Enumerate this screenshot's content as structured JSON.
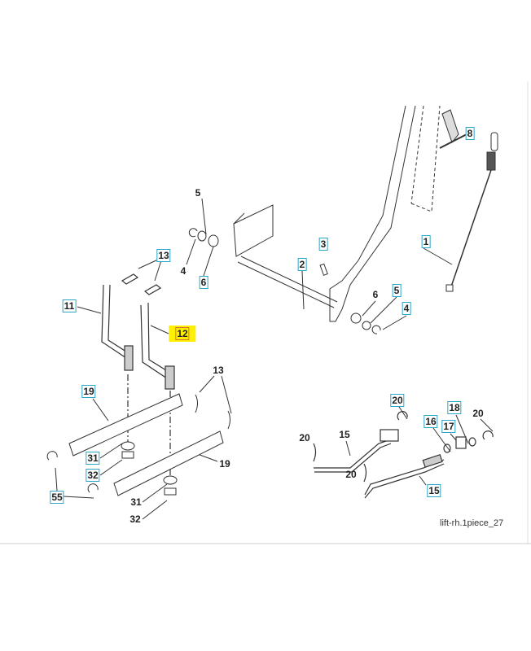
{
  "diagram": {
    "caption": "lift-rh.1piece_27",
    "highlight_color": "#fff000",
    "callout_box_color": "#2aa6c6",
    "labels": [
      {
        "id": "5a",
        "text": "5",
        "boxed": false
      },
      {
        "id": "4a",
        "text": "4",
        "boxed": false
      },
      {
        "id": "6a",
        "text": "6",
        "boxed": true
      },
      {
        "id": "13a",
        "text": "13",
        "boxed": true
      },
      {
        "id": "11",
        "text": "11",
        "boxed": true
      },
      {
        "id": "12",
        "text": "12",
        "boxed": true,
        "highlighted": true
      },
      {
        "id": "3",
        "text": "3",
        "boxed": true
      },
      {
        "id": "2",
        "text": "2",
        "boxed": true
      },
      {
        "id": "8",
        "text": "8",
        "boxed": true
      },
      {
        "id": "1",
        "text": "1",
        "boxed": true
      },
      {
        "id": "6b",
        "text": "6",
        "boxed": false
      },
      {
        "id": "5b",
        "text": "5",
        "boxed": true
      },
      {
        "id": "4b",
        "text": "4",
        "boxed": true
      },
      {
        "id": "13b",
        "text": "13",
        "boxed": false
      },
      {
        "id": "19a",
        "text": "19",
        "boxed": true
      },
      {
        "id": "19b",
        "text": "19",
        "boxed": false
      },
      {
        "id": "31a",
        "text": "31",
        "boxed": true
      },
      {
        "id": "32a",
        "text": "32",
        "boxed": true
      },
      {
        "id": "55",
        "text": "55",
        "boxed": true
      },
      {
        "id": "31b",
        "text": "31",
        "boxed": false
      },
      {
        "id": "32b",
        "text": "32",
        "boxed": false
      },
      {
        "id": "20a",
        "text": "20",
        "boxed": true
      },
      {
        "id": "18",
        "text": "18",
        "boxed": true
      },
      {
        "id": "20b",
        "text": "20",
        "boxed": false
      },
      {
        "id": "16",
        "text": "16",
        "boxed": true
      },
      {
        "id": "17",
        "text": "17",
        "boxed": true
      },
      {
        "id": "20c",
        "text": "20",
        "boxed": false
      },
      {
        "id": "15a",
        "text": "15",
        "boxed": false
      },
      {
        "id": "20d",
        "text": "20",
        "boxed": false
      },
      {
        "id": "15b",
        "text": "15",
        "boxed": true
      }
    ]
  }
}
